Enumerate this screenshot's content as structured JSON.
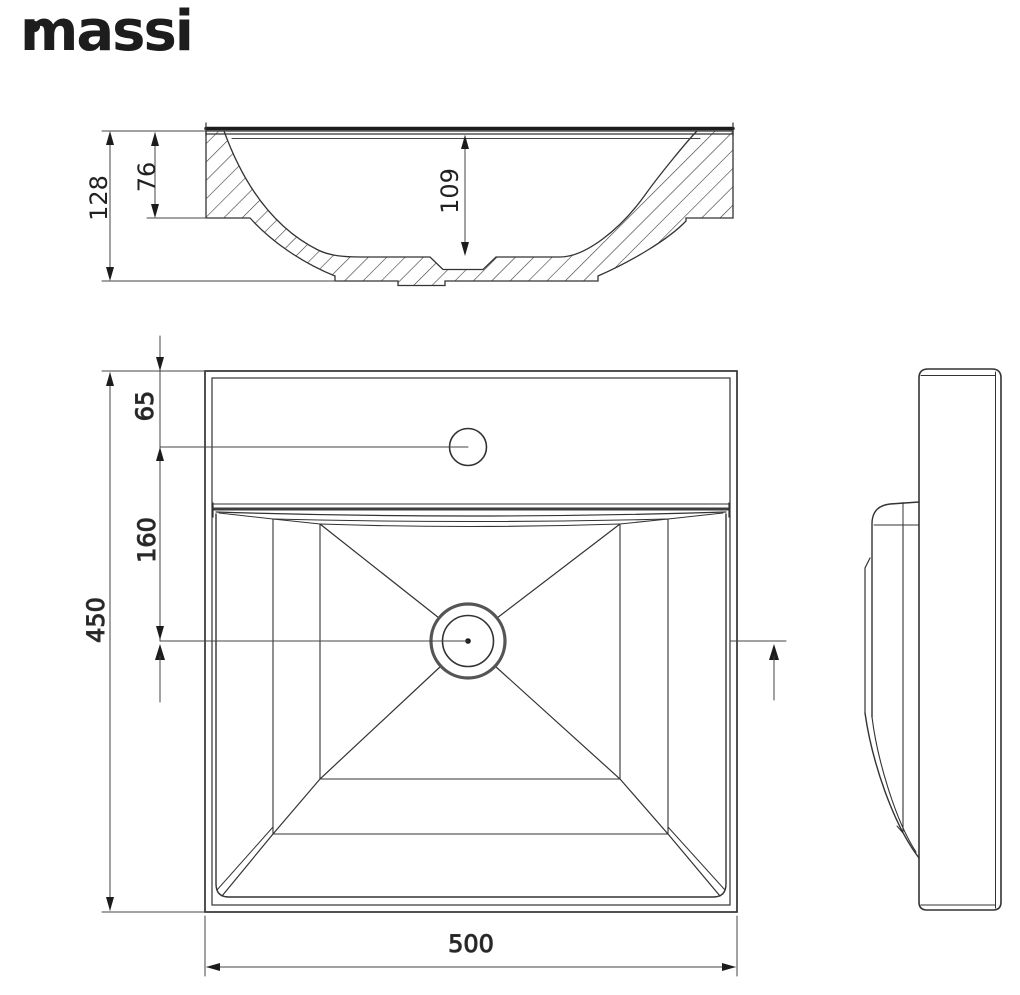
{
  "brand": {
    "logo_text": "massi"
  },
  "drawing": {
    "views": {
      "section": {
        "dims": {
          "overall_height": "128",
          "rim_to_ledge": "76",
          "rim_to_bottom": "109"
        }
      },
      "plan": {
        "dims": {
          "overall_depth": "450",
          "back_edge_to_tap_hole": "65",
          "tap_hole_to_drain": "160",
          "overall_width": "500"
        }
      }
    },
    "colors": {
      "line": "#333333",
      "thick_line": "#1c1c1c",
      "mid_gray": "#555555",
      "text": "#222222",
      "background": "#ffffff"
    }
  }
}
